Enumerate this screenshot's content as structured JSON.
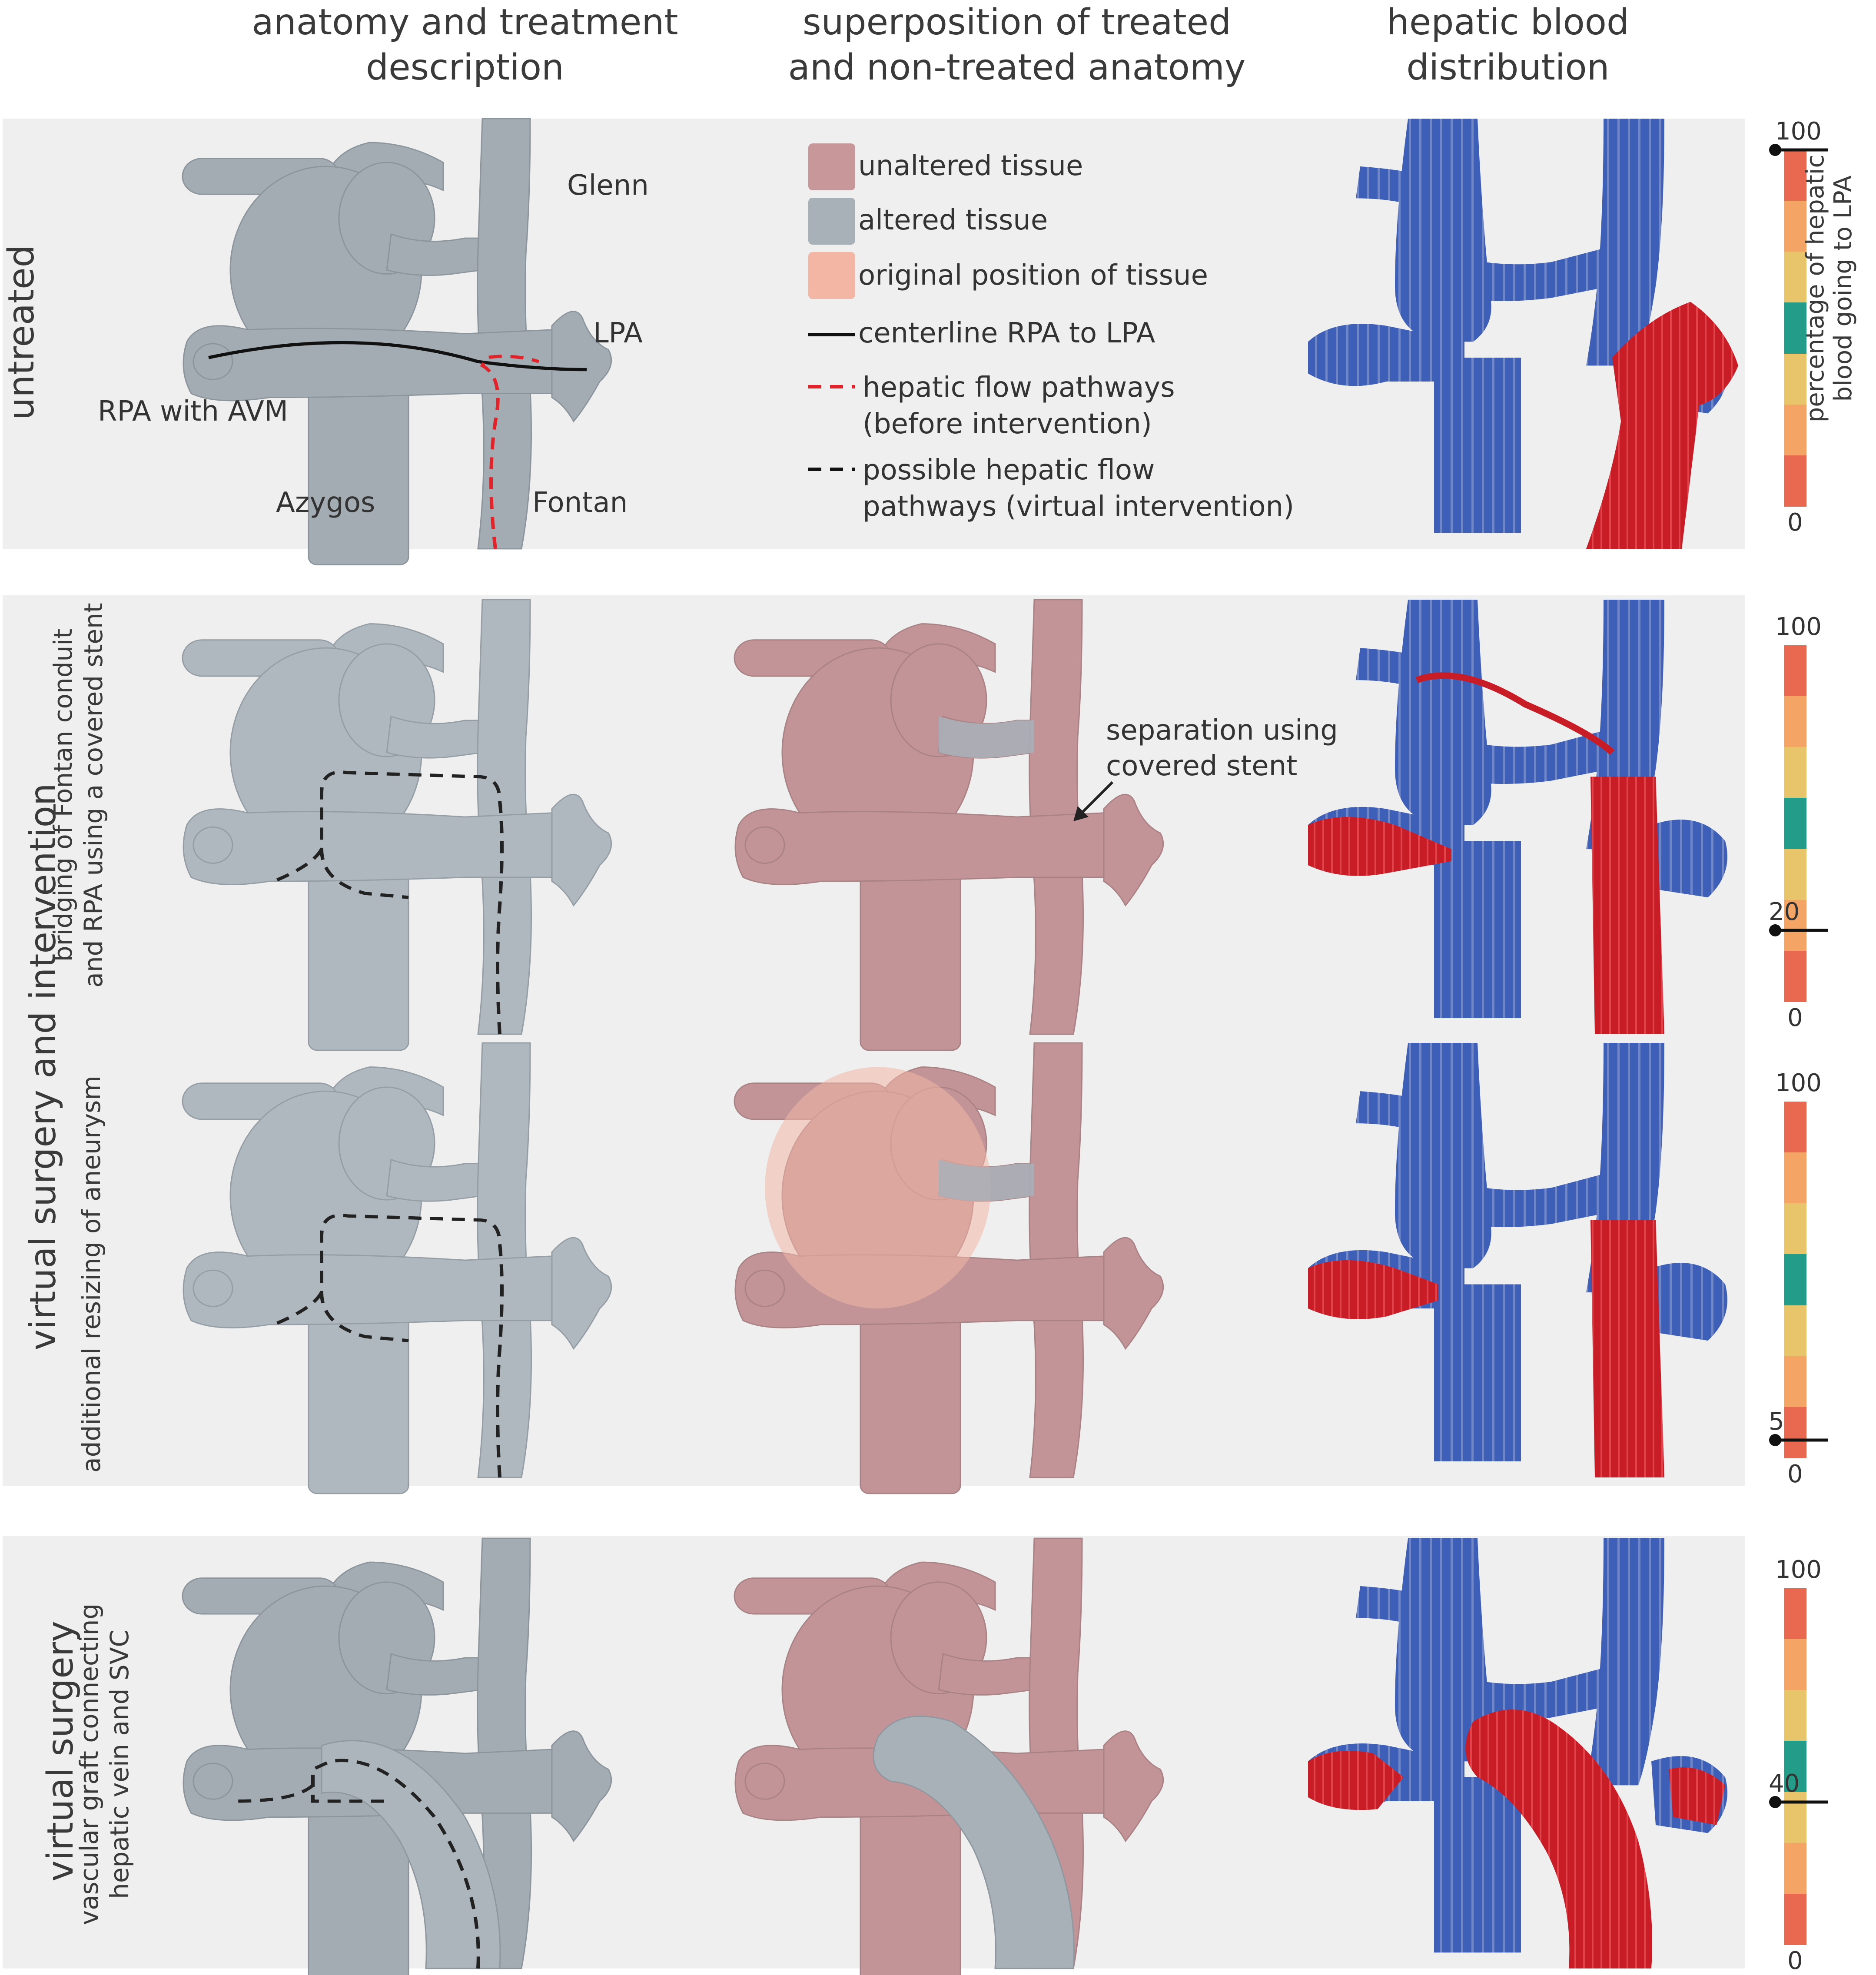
{
  "columns": {
    "anatomy": [
      "anatomy and treatment",
      "description"
    ],
    "superposition": [
      "superposition of treated",
      "and non-treated anatomy"
    ],
    "distribution": [
      "hepatic blood",
      "distribution"
    ]
  },
  "rows": {
    "untreated": "untreated",
    "virtual_surgery_intervention": "virtual surgery and intervention",
    "bridging": [
      "bridging of Fontan conduit",
      "and RPA using a covered stent"
    ],
    "resizing": "additional resizing of aneurysm",
    "virtual_surgery": "virtual surgery",
    "graft": [
      "vascular graft connecting",
      "hepatic vein and SVC"
    ]
  },
  "anatomy_labels": {
    "glenn": "Glenn",
    "lpa": "LPA",
    "rpa": "RPA with AVM",
    "azygos": "Azygos",
    "fontan": "Fontan"
  },
  "legend": {
    "unaltered": "unaltered tissue",
    "altered": "altered tissue",
    "original": "original position of tissue",
    "centerline": "centerline RPA to LPA",
    "hepatic_before": [
      "hepatic flow pathways",
      "(before intervention)"
    ],
    "hepatic_possible": [
      "possible hepatic flow",
      "pathways (virtual intervention)"
    ]
  },
  "annotation_stent": [
    "separation using",
    "covered stent"
  ],
  "scale": {
    "label": [
      "percentage of hepatic",
      "blood going to LPA"
    ],
    "max": "100",
    "min": "0",
    "markers": [
      "100",
      "20",
      "5",
      "40"
    ]
  },
  "colors": {
    "unaltered": "#c7979a",
    "altered": "#a8b0b8",
    "original": "#f3b6a5",
    "flow_blue": "#3d5fb8",
    "flow_red": "#d0202a",
    "scale": [
      "#e8694f",
      "#f4a566",
      "#e8c46a",
      "#239c8a",
      "#e8c46a",
      "#f4a566",
      "#e8694f"
    ]
  }
}
